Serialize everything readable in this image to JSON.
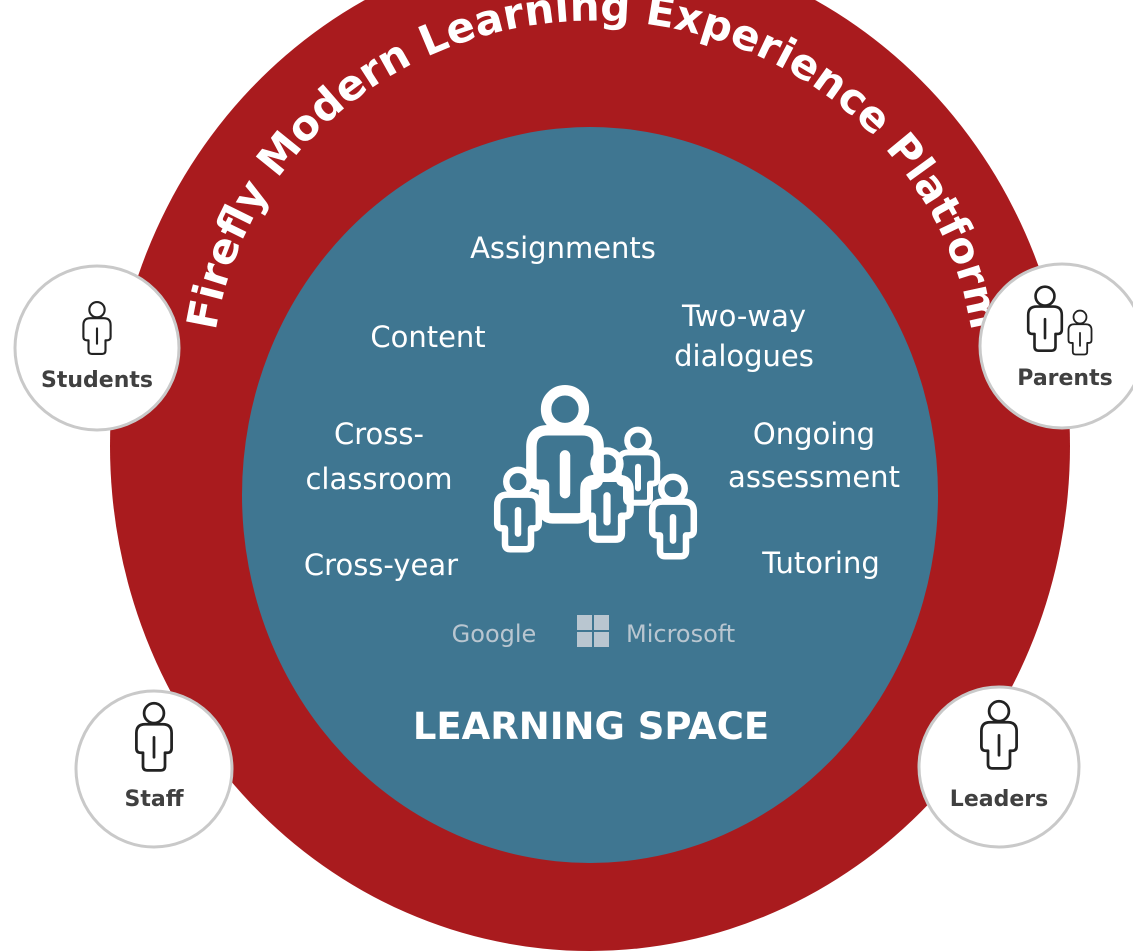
{
  "platform_title": "Firefly Modern Learning Experience Platform",
  "center_title": "LEARNING SPACE",
  "features": {
    "assignments": "Assignments",
    "content": "Content",
    "two_way_line1": "Two-way",
    "two_way_line2": "dialogues",
    "cross_classroom_line1": "Cross-",
    "cross_classroom_line2": "classroom",
    "ongoing_line1": "Ongoing",
    "ongoing_line2": "assessment",
    "cross_year": "Cross-year",
    "tutoring": "Tutoring"
  },
  "integrations": {
    "google": "Google",
    "microsoft": "Microsoft"
  },
  "roles": {
    "students": "Students",
    "parents": "Parents",
    "staff": "Staff",
    "leaders": "Leaders"
  },
  "colors": {
    "outer_ring": "#a91b1e",
    "inner_circle": "#3f7691",
    "role_badge_border": "#c9c9c9",
    "role_label": "#404040"
  },
  "icons": {
    "center_group": "people-group-icon",
    "role_person": "person-icon"
  }
}
